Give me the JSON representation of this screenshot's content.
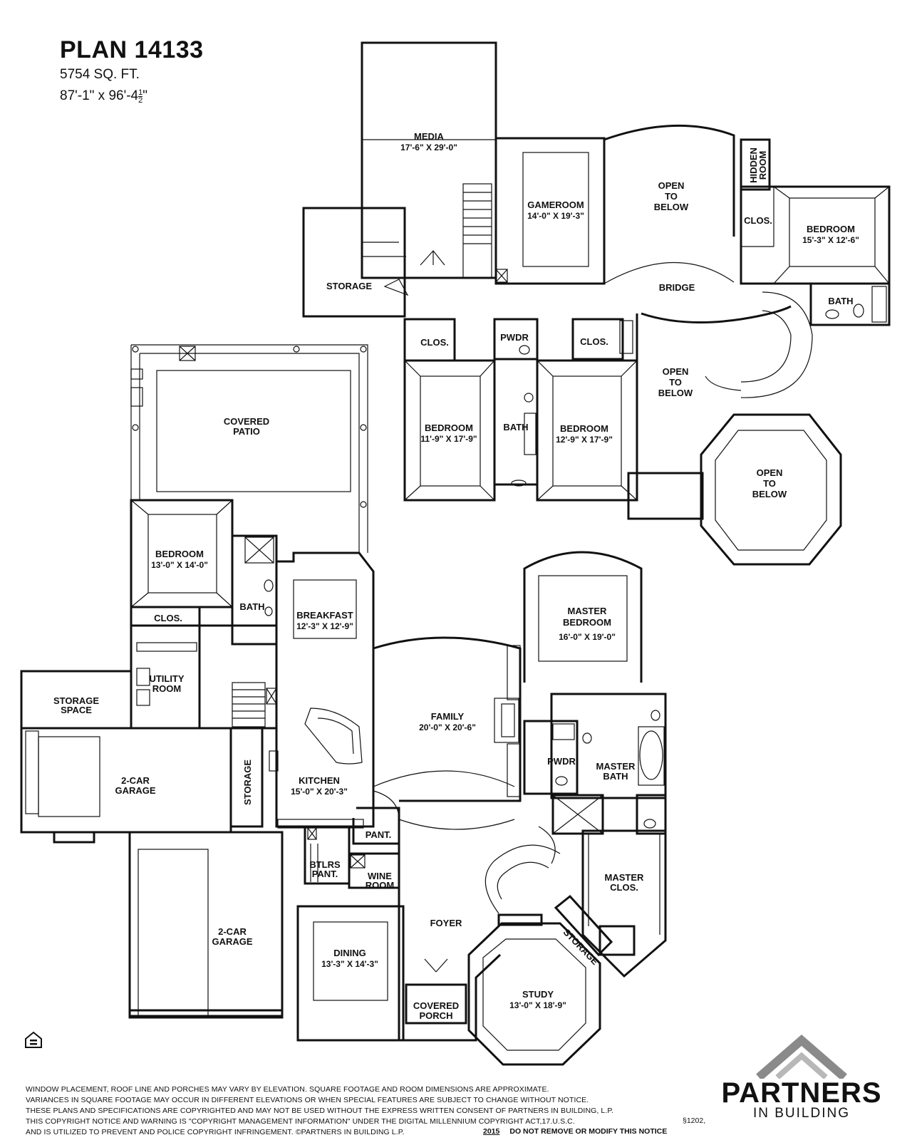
{
  "header": {
    "title": "PLAN 14133",
    "sqft": "5754 SQ. FT.",
    "dims_main": "87'-1\" x 96'-4",
    "dims_frac_num": "1",
    "dims_frac_den": "2",
    "dims_end": "\""
  },
  "rooms": {
    "media": {
      "name": "MEDIA",
      "dims": "17'-6\" X 29'-0\""
    },
    "gameroom": {
      "name": "GAMEROOM",
      "dims": "14'-0\" X 19'-3\""
    },
    "open_below_1": {
      "l1": "OPEN",
      "l2": "TO",
      "l3": "BELOW"
    },
    "hidden_room": {
      "l1": "HIDDEN",
      "l2": "ROOM"
    },
    "clos_upper_right": {
      "name": "CLOS."
    },
    "bedroom_upper_right": {
      "name": "BEDROOM",
      "dims": "15'-3\" X 12'-6\""
    },
    "storage_upper": {
      "name": "STORAGE"
    },
    "bridge": {
      "name": "BRIDGE"
    },
    "bath_upper_right": {
      "name": "BATH"
    },
    "clos_upper_left": {
      "name": "CLOS."
    },
    "pwdr_upper": {
      "name": "PWDR"
    },
    "clos_upper_mid": {
      "name": "CLOS."
    },
    "open_below_2": {
      "l1": "OPEN",
      "l2": "TO",
      "l3": "BELOW"
    },
    "bedroom_upper_left": {
      "name": "BEDROOM",
      "dims": "11'-9\" X 17'-9\""
    },
    "bath_upper_mid": {
      "name": "BATH"
    },
    "bedroom_upper_mid": {
      "name": "BEDROOM",
      "dims": "12'-9\" X 17'-9\""
    },
    "open_below_3": {
      "l1": "OPEN",
      "l2": "TO",
      "l3": "BELOW"
    },
    "covered_patio": {
      "l1": "COVERED",
      "l2": "PATIO"
    },
    "bedroom_lower": {
      "name": "BEDROOM",
      "dims": "13'-0\" X 14'-0\""
    },
    "bath_lower": {
      "name": "BATH"
    },
    "clos_lower": {
      "name": "CLOS."
    },
    "breakfast": {
      "name": "BREAKFAST",
      "dims": "12'-3\" X 12'-9\""
    },
    "master_bedroom": {
      "l1": "MASTER",
      "l2": "BEDROOM",
      "dims": "16'-0\" X 19'-0\""
    },
    "utility": {
      "l1": "UTILITY",
      "l2": "ROOM"
    },
    "storage_space": {
      "l1": "STORAGE",
      "l2": "SPACE"
    },
    "family": {
      "name": "FAMILY",
      "dims": "20'-0\" X 20'-6\""
    },
    "pwdr_lower": {
      "name": "PWDR"
    },
    "master_bath": {
      "l1": "MASTER",
      "l2": "BATH"
    },
    "garage_1": {
      "l1": "2-CAR",
      "l2": "GARAGE"
    },
    "storage_lower": {
      "name": "STORAGE"
    },
    "kitchen": {
      "name": "KITCHEN",
      "dims": "15'-0\" X 20'-3\""
    },
    "pant": {
      "name": "PANT."
    },
    "btlrs_pant": {
      "l1": "BTLRS",
      "l2": "PANT."
    },
    "wine_room": {
      "l1": "WINE",
      "l2": "ROOM"
    },
    "master_clos": {
      "l1": "MASTER",
      "l2": "CLOS."
    },
    "garage_2": {
      "l1": "2-CAR",
      "l2": "GARAGE"
    },
    "foyer": {
      "name": "FOYER"
    },
    "storage_diag": {
      "name": "STORAGE"
    },
    "dining": {
      "name": "DINING",
      "dims": "13'-3\" X 14'-3\""
    },
    "study": {
      "name": "STUDY",
      "dims": "13'-0\" X 18'-9\""
    },
    "covered_porch": {
      "l1": "COVERED",
      "l2": "PORCH"
    }
  },
  "footer": {
    "disclaimer": [
      "WINDOW PLACEMENT, ROOF LINE AND PORCHES MAY VARY BY ELEVATION.  SQUARE FOOTAGE AND ROOM DIMENSIONS ARE APPROXIMATE.",
      "VARIANCES IN SQUARE FOOTAGE MAY OCCUR IN DIFFERENT ELEVATIONS OR WHEN SPECIAL FEATURES ARE SUBJECT TO CHANGE WITHOUT NOTICE.",
      "THESE PLANS AND SPECIFICATIONS ARE COPYRIGHTED AND MAY NOT BE USED WITHOUT THE EXPRESS WRITTEN CONSENT OF PARTNERS IN BUILDING, L.P.",
      "THIS COPYRIGHT NOTICE AND WARNING IS \"COPYRIGHT MANAGEMENT INFORMATION\" UNDER THE DIGITAL MILLENNIUM COPYRIGHT ACT,17.U.S.C.",
      "AND IS UTILIZED TO PREVENT AND POLICE COPYRIGHT INFRINGEMENT.  ©PARTNERS IN BUILDING L.P."
    ],
    "section": "§1202,",
    "year": "2015",
    "notice": "DO NOT REMOVE OR MODIFY THIS NOTICE"
  },
  "brand": {
    "name": "PARTNERS",
    "sub": "IN BUILDING"
  },
  "icons": {
    "equal_housing": "equal-housing-icon",
    "brand_roof": "roof-logo-icon"
  }
}
